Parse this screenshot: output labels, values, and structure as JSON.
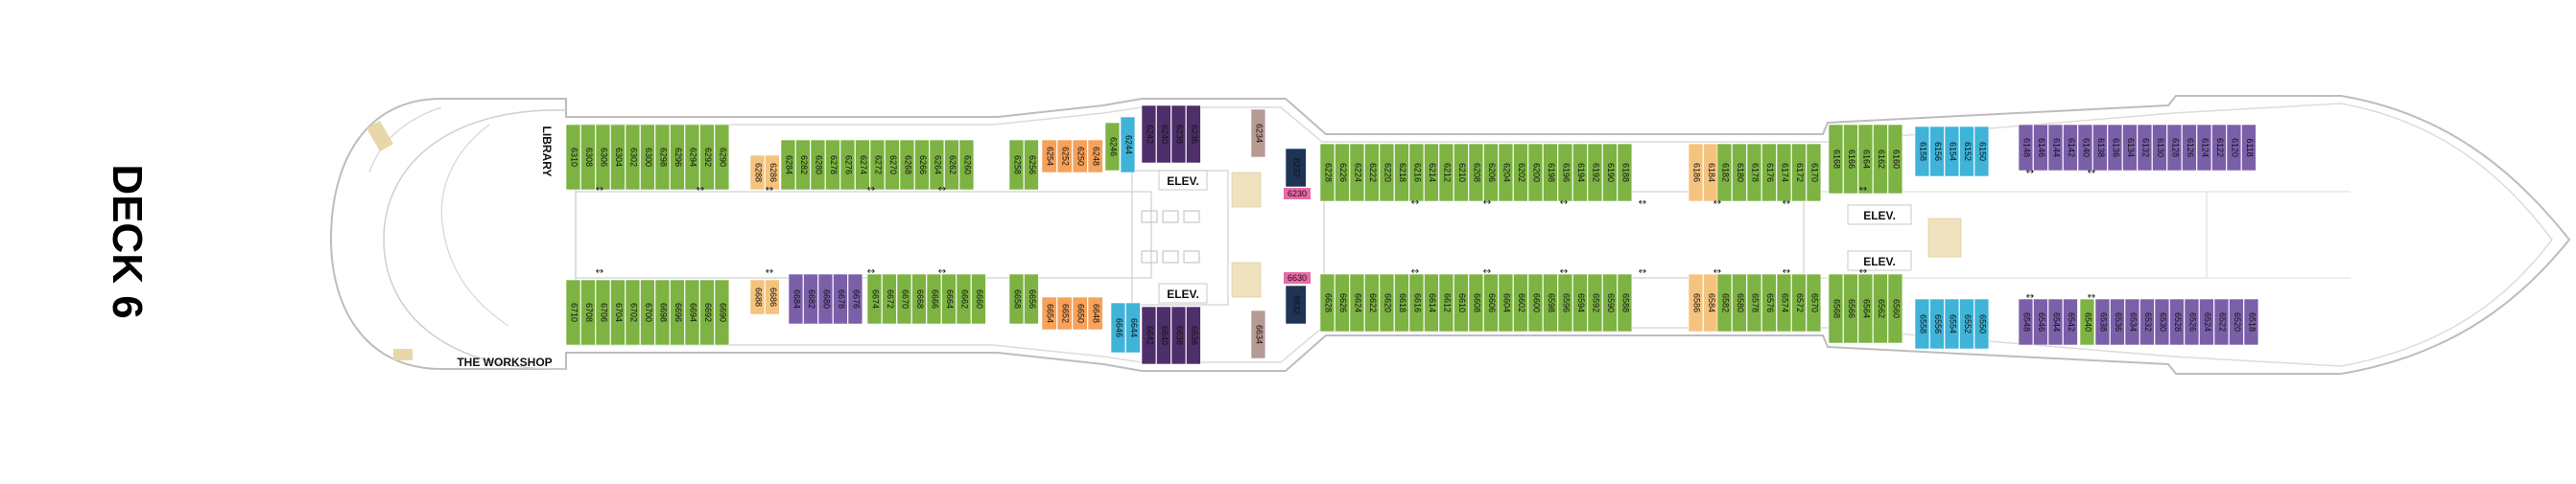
{
  "title": "DECK 6",
  "labels": {
    "library": "LIBRARY",
    "workshop": "THE WORKSHOP",
    "elev": "ELEV.",
    "small_6230": "6230",
    "small_6630": "6630"
  },
  "colors": {
    "green": "#7cb342",
    "orange": "#f6a25a",
    "tan": "#f4c37d",
    "purple": "#7b5fa8",
    "dark_purple": "#4f2f6b",
    "blue": "#3fb3d8",
    "navy": "#1f3355",
    "mauve": "#b69a94",
    "pink": "#e86aa6",
    "hull": "#bfbfbf",
    "stairs": "#e8d7a8"
  },
  "cabins": {
    "top_left_a": [
      "6310",
      "6308",
      "6306",
      "6304",
      "6302",
      "6300",
      "6298",
      "6296",
      "6294",
      "6292",
      "6290"
    ],
    "top_left_b": [
      "6288",
      "6286"
    ],
    "top_left_c": [
      "6284",
      "6282",
      "6280",
      "6278",
      "6276",
      "6274",
      "6272",
      "6270",
      "6268",
      "6266",
      "6264",
      "6262",
      "6260"
    ],
    "top_mid_a": [
      "6258",
      "6256"
    ],
    "top_mid_orange": [
      "6254",
      "6252",
      "6250",
      "6248"
    ],
    "top_mid_b": [
      "6246"
    ],
    "top_mid_blue": [
      "6244"
    ],
    "top_mid_dp": [
      "6242",
      "6240",
      "6238",
      "6236"
    ],
    "top_mid_mauve": [
      "6234"
    ],
    "top_navy": [
      "6232"
    ],
    "top_right_green": [
      "6228",
      "6226",
      "6224",
      "6222",
      "6220",
      "6218",
      "6216",
      "6214",
      "6212",
      "6210",
      "6208",
      "6206",
      "6204",
      "6202",
      "6200",
      "6198",
      "6196",
      "6194",
      "6192",
      "6190",
      "6188"
    ],
    "top_right_tan": [
      "6186",
      "6184"
    ],
    "top_right_green2": [
      "6182",
      "6180",
      "6178",
      "6176",
      "6174",
      "6172",
      "6170"
    ],
    "top_fwd_green": [
      "6168",
      "6166",
      "6164",
      "6162",
      "6160"
    ],
    "top_fwd_blue": [
      "6158",
      "6156",
      "6154",
      "6152",
      "6150"
    ],
    "top_fwd_purple": [
      "6148",
      "6146",
      "6144",
      "6142",
      "6140",
      "6138",
      "6136",
      "6134",
      "6132",
      "6130",
      "6128",
      "6126",
      "6124",
      "6122",
      "6120",
      "6118"
    ],
    "bot_left_a": [
      "6710",
      "6708",
      "6706",
      "6704",
      "6702",
      "6700",
      "6698",
      "6696",
      "6694",
      "6692",
      "6690"
    ],
    "bot_left_tan": [
      "6688",
      "6686"
    ],
    "bot_left_purple": [
      "6684",
      "6682",
      "6680",
      "6678",
      "6676"
    ],
    "bot_left_c": [
      "6674",
      "6672",
      "6670",
      "6668",
      "6666",
      "6664",
      "6662",
      "6660"
    ],
    "bot_mid_a": [
      "6658",
      "6656"
    ],
    "bot_mid_orange": [
      "6654",
      "6652",
      "6650",
      "6648"
    ],
    "bot_mid_blue": [
      "6646",
      "6644"
    ],
    "bot_mid_dp": [
      "6642",
      "6640",
      "6638",
      "6636"
    ],
    "bot_mid_mauve": [
      "6634"
    ],
    "bot_navy": [
      "6632"
    ],
    "bot_right_green": [
      "6628",
      "6626",
      "6624",
      "6622",
      "6620",
      "6618",
      "6616",
      "6614",
      "6612",
      "6610",
      "6608",
      "6606",
      "6604",
      "6602",
      "6600",
      "6598",
      "6596",
      "6594",
      "6592",
      "6590",
      "6588"
    ],
    "bot_right_tan": [
      "6586",
      "6584"
    ],
    "bot_right_green2": [
      "6582",
      "6580",
      "6578",
      "6576",
      "6574",
      "6572",
      "6570"
    ],
    "bot_fwd_green": [
      "6568",
      "6566",
      "6564",
      "6562",
      "6560"
    ],
    "bot_fwd_blue": [
      "6558",
      "6556",
      "6554",
      "6552",
      "6550"
    ],
    "bot_fwd_purple": [
      "6548",
      "6546",
      "6544",
      "6542"
    ],
    "bot_fwd_green2": [
      "6540"
    ],
    "bot_fwd_purple2": [
      "6538",
      "6536",
      "6534",
      "6532",
      "6530",
      "6528",
      "6526",
      "6524",
      "6522",
      "6520",
      "6518"
    ]
  }
}
